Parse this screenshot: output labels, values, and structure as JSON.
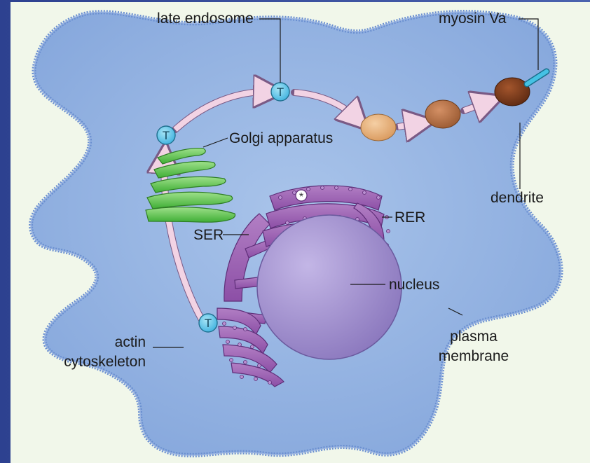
{
  "labels": {
    "late_endosome": "late endosome",
    "myosin_va": "myosin Va",
    "golgi": "Golgi apparatus",
    "dendrite": "dendrite",
    "ser": "SER",
    "rer": "RER",
    "nucleus": "nucleus",
    "actin_line1": "actin",
    "actin_line2": "cytoskeleton",
    "plasma_line1": "plasma",
    "plasma_line2": "membrane",
    "t_marker": "T",
    "asterisk": "*"
  },
  "colors": {
    "background": "#f1f7ea",
    "cell_fill": "#8fb0de",
    "membrane_hatch": "#6a8fd0",
    "arrow": "#f2d3e4",
    "golgi": "#5fc24a",
    "er": "#9a5fb0",
    "nucleus": "#9d8ccb",
    "t_marker": "#6fc9ea",
    "melanosome_light": "#e8b27c",
    "melanosome_mid": "#b9764a",
    "melanosome_dark": "#7a3b1e",
    "myosin": "#45c2e4"
  }
}
